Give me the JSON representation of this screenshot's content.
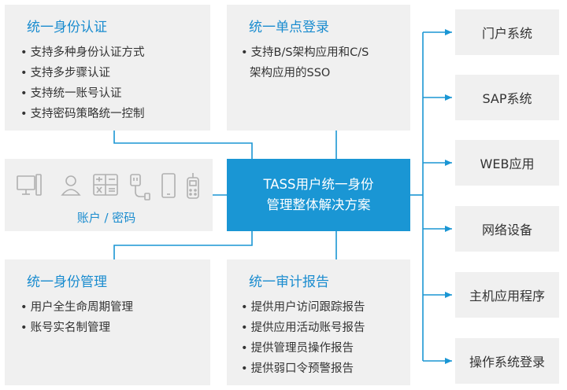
{
  "center": {
    "line1": "TASS用户统一身份",
    "line2": "管理整体解决方案"
  },
  "boxes": {
    "auth": {
      "title": "统一身份认证",
      "items": [
        "支持多种身份认证方式",
        "支持多步骤认证",
        "支持统一账号认证",
        "支持密码策略统一控制"
      ]
    },
    "sso": {
      "title": "统一单点登录",
      "items": [
        "支持B/S架构应用和C/S",
        "架构应用的SSO"
      ]
    },
    "account": {
      "label": "账户 / 密码",
      "icons": [
        "desktop-computer-icon",
        "user-icon",
        "calculator-icon",
        "usb-key-icon",
        "mobile-phone-icon",
        "token-device-icon"
      ]
    },
    "mgmt": {
      "title": "统一身份管理",
      "items": [
        "用户全生命周期管理",
        "账号实名制管理"
      ]
    },
    "audit": {
      "title": "统一审计报告",
      "items": [
        "提供用户访问跟踪报告",
        "提供应用活动账号报告",
        "提供管理员操作报告",
        "提供弱口令预警报告"
      ]
    }
  },
  "systems": [
    "门户系统",
    "SAP系统",
    "WEB应用",
    "网络设备",
    "主机应用程序",
    "操作系统登录"
  ],
  "colors": {
    "accent": "#1a96d4",
    "title": "#1a8ccf",
    "box_bg": "#f0f0f0",
    "icon": "#b0b0b0"
  }
}
